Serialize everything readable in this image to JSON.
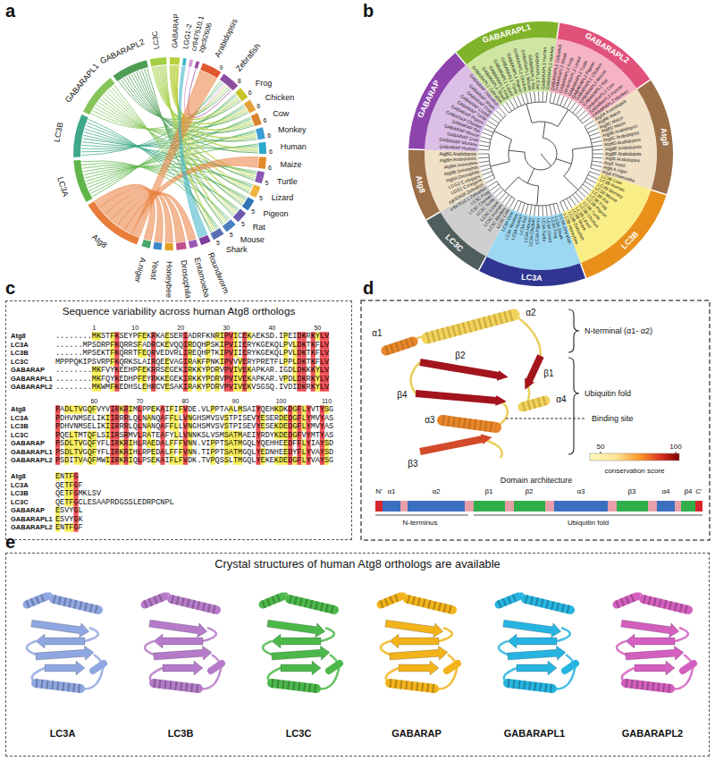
{
  "diagram": {
    "nodes": [
      {
        "text": [
          "Sequence variability across human Atg8 orthologs"
        ]
      },
      {
        "text": [
          "Crystal structures of human Atg8 orthologs are available"
        ]
      }
    ],
    "labels": [
      "a",
      "b",
      "c",
      "d",
      "e",
      "Atg8",
      "LC3A",
      "LC3B",
      "GABARAPL1",
      "GABARAPL2",
      "LC3C",
      "GABARAP",
      "LGG1-2",
      "cr847510.1",
      "zgc92606",
      "Arabidopsis",
      "Zebrafish",
      "Frog",
      "Chicken",
      "Cow",
      "Monkey",
      "Human",
      "Maize",
      "Turtle",
      "Lizard",
      "Pigeon",
      "Rat",
      "Mouse",
      "Shark",
      "Roundworm",
      "Entamoeba",
      "Drosophila",
      "Honeybee",
      "Yeast",
      "A.niger",
      "9",
      "8",
      "6",
      "6",
      "6",
      "6",
      "6",
      "6",
      "5",
      "5",
      "5",
      "5",
      "5",
      "5",
      "GABARAPL1",
      "GABARAPL2",
      "Atg8",
      "LC3B",
      "LC3A",
      "LC3C",
      "Atg8",
      "GABARAP",
      "GABARAPL1 Zebrafish",
      "GABARAPL1 Shark",
      "GABARAPL1 Frog",
      "GABARAPL1 Lizard",
      "GABARAPL1 Turtle",
      "GABARAPL1 Pigeon",
      "GABARAPL1 Chicken",
      "GABARAPL1 Mouse",
      "GABARAPL1 Rat",
      "GABARAPL1 Cow",
      "GABARAPL1 Human",
      "GABARAPL1 Monkey",
      "GABARAPL2 Zebrafish",
      "GABARAPL2 Shark",
      "GABARAPL2 Frog",
      "GABARAPL2 Lizard",
      "GABARAPL2 Turtle",
      "GABARAPL2 Pigeon",
      "GABARAPL2 Chicken",
      "GABARAPL2 Mouse",
      "GABARAPL2 Rat",
      "GABARAPL2 Cow",
      "GABARAPL2 Human",
      "GABARAPL2 Monkey",
      "Atg8A Arabidopsis",
      "Atg8B Maize",
      "Atg8C Maize",
      "Atg8D Maize",
      "Atg8B Arabidopsis",
      "Atg8C Arabidopsis",
      "Atg8D Arabidopsis",
      "Atg8E Arabidopsis",
      "Atg8F Arabidopsis",
      "Atg8I Arabidopsis",
      "Atg8 Yeast",
      "Atg8 A.niger",
      "Atg8 Entamoeba",
      "LC3B Cow",
      "LC3B Human",
      "LC3B Monkey",
      "LC3B Mouse",
      "LC3B Rat",
      "LC3B Frog",
      "LC3B Pigeon",
      "LC3B Turtle",
      "LC3B Chicken",
      "LC3B Lizard",
      "LC3B Shark",
      "LC3B Zebrafish",
      "LC3B Honeybee",
      "LC3A Zebrafish",
      "LC3A Shark",
      "LC3A Frog",
      "LC3A Lizard",
      "LC3A Turtle",
      "LC3A Pigeon",
      "LC3A Chicken",
      "LC3A Mouse",
      "LC3A Rat",
      "LC3A Human",
      "LC3A Monkey",
      "LC3A Cow",
      "LC3C Cow",
      "LC3C Monkey",
      "LC3C Human",
      "LC3C Lizard",
      "LC3C Turtle",
      "LC3C Chicken",
      "LC3C Frog",
      "cr847510.1 Zebrafish",
      "zgc92606 Zebrafish",
      "LGG1 C.elegans",
      "LGG2 C.elegans",
      "Atg8A Drosophila",
      "Atg8B Drosophila",
      "Atg8A Honeybee",
      "Atg8H Arabidopsis",
      "Atg8G Arabidopsis",
      "GABARAP Human",
      "GABARAP Monkey",
      "GABARAP Cow",
      "GABARAP Mouse",
      "GABARAP Rat",
      "GABARAP Chicken",
      "GABARAP Pigeon",
      "GABARAP Turtle",
      "GABARAP Lizard",
      "GABARAP Frog",
      "GABARAP Shark",
      "GABARAP Zebrafish",
      "1",
      "10",
      "20",
      "30",
      "40",
      "50",
      "60",
      "70",
      "80",
      "90",
      "100",
      "110",
      "Atg8",
      "LC3A",
      "LC3B",
      "LC3C",
      "GABARAP",
      "GABARAPL1",
      "GABARAPL2",
      "Atg8",
      "LC3A",
      "LC3B",
      "LC3C",
      "GABARAP",
      "GABARAPL1",
      "GABARAPL2",
      "Atg8",
      "LC3A",
      "LC3B",
      "LC3C",
      "GABARAP",
      "GABARAPL1",
      "GABARAPL2",
      "........MKSTFKSEYPFEKRKAESERIADRFKNRIPVICEKAEKSD.IPEIDKRKYLV",
      "......MPSDRPFKQRRSFADRCKEVQQIRDQHPSKIPVIIERYKGEKQLPVLDKTKFLV",
      "......MPSEKTFKQRRTFEQRVEDVRLIREQHPTKIPVIIERYKGEKQLPVLDKTKFLV",
      "MPPPQKIPSVRPFKQRKSLAIRQEEVAGIRAKFPNKIPVVVERYPRETFLPPLDKTKFLV",
      "........MKFVYKEEHPFEKRRSEGEKIRKKYPDRVPVIVEKAPKAR.IGDLDKKKYLV",
      "........MKFQYKEDHPFEYRKKEGEKIRKKYPDRVPVIVEKAPKAR.VPDLDKRKYLV",
      "........MKWMFKEDHSLEHRCVESAKIRAKYPDRVPVIVEKVSGSQ.IVDIDKRKYLV",
      "PADLTVGQFVYVIRKRIMLPPEKAIFIFVDE.VLPPTAALMSAIYQEHKDKDGFLYVTYSG",
      "PDHVNMSELIKIIRRRLQLNANQAFFLLVNGHSMVSVSTPISEVYESERDEDGFLYMVYAS",
      "PDHVNMSELIKIIRRRLQLNANQAFFLLVNGHSMVSVSTPISEVYESEKDEDGFLYMVYAS",
      "PQELTMTQFLSIIRSRMVLRATEAFYLLVNNKSLVSMSATMAEIYRDYKDEDGFVYMTYAS",
      "PSDLTVGQFYFLIRKRIHLRAEDALFFFVNN.VIPPTSATMGQLYQEHHEEDFFLYIAYSD",
      "PSDLTVGQFYFLIRKRIHLRPEDALFFFVNN.TIPPTSATMGQLYEDNHEEDYFLYVAYSD",
      "PSDITVAQFMWIIRKRIQLPSEKAIFLFVDK.TVPQSSLTMGQLYEKEKDEDGFLYVAYSG",
      "ENTFG",
      "QETFGF",
      "QETFGMKLSV",
      "QETFGCLESAAPRDGSSLEDRPCNPL",
      "ESVYGL",
      "ESVYGK",
      "ENTFGF",
      "α1",
      "α2",
      "N-terminal (α1- α2)",
      "β2",
      "β1",
      "Ubiquitin fold",
      "Binding site",
      "β4",
      "α4",
      "α3",
      "β3",
      "conservation score",
      "50",
      "100",
      "Domain architecture",
      "N'",
      "α1",
      "α2",
      "β1",
      "β2",
      "α3",
      "β3",
      "α4",
      "β4",
      "C'",
      "N-terminus",
      "Ubiquitin fold",
      "LC3A",
      "LC3B",
      "LC3C",
      "GABARAP",
      "GABARAPL1",
      "GABARAPL2"
    ]
  }
}
